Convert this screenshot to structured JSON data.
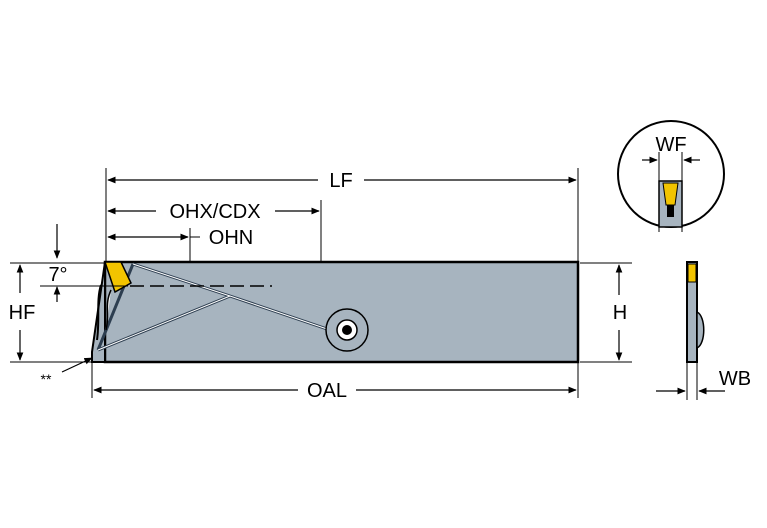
{
  "dimensions": {
    "lf": "LF",
    "ohx_cdx": "OHX/CDX",
    "ohn": "OHN",
    "seven_deg": "7°",
    "hf": "HF",
    "h": "H",
    "oal": "OAL",
    "wf": "WF",
    "wb": "WB",
    "double_star": "**"
  },
  "colors": {
    "body": "#a7b4bf",
    "outline": "#000000",
    "insert": "#f2c400",
    "internal_lines": "#2d3e50"
  }
}
